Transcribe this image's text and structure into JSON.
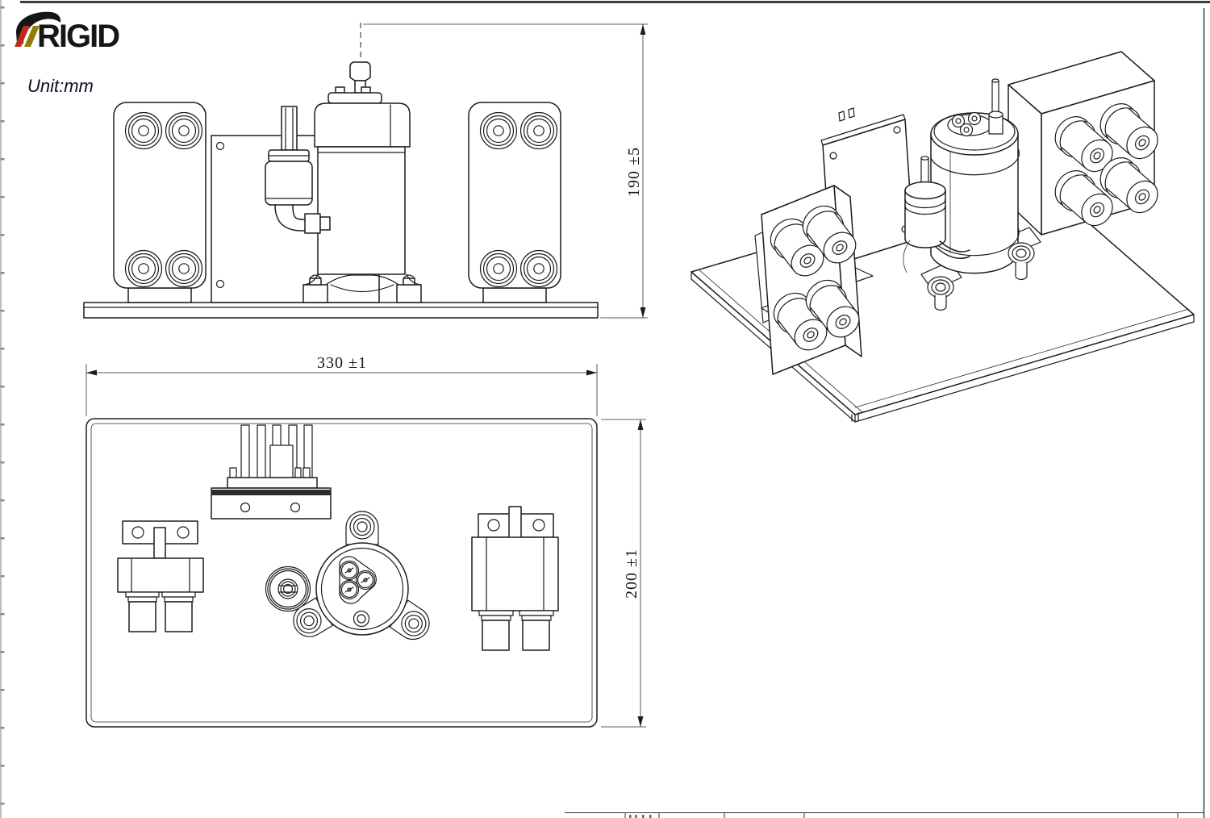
{
  "brand": {
    "name": "RIGID",
    "colors": {
      "red": "#bf2a1e",
      "olive": "#8f7d05",
      "ink": "#161616"
    }
  },
  "unit_label": "Unit:mm",
  "dimensions": {
    "front_height": {
      "value": "190",
      "tolerance": "±5",
      "label": "190 ±5"
    },
    "top_width": {
      "value": "330",
      "tolerance": "±1",
      "label": "330 ±1"
    },
    "top_depth": {
      "value": "200",
      "tolerance": "±1",
      "label": "200 ±1"
    }
  },
  "drawing": {
    "line_color": "#1c1c1c",
    "frame_color": "#3f3f3f",
    "background": "#ffffff"
  }
}
